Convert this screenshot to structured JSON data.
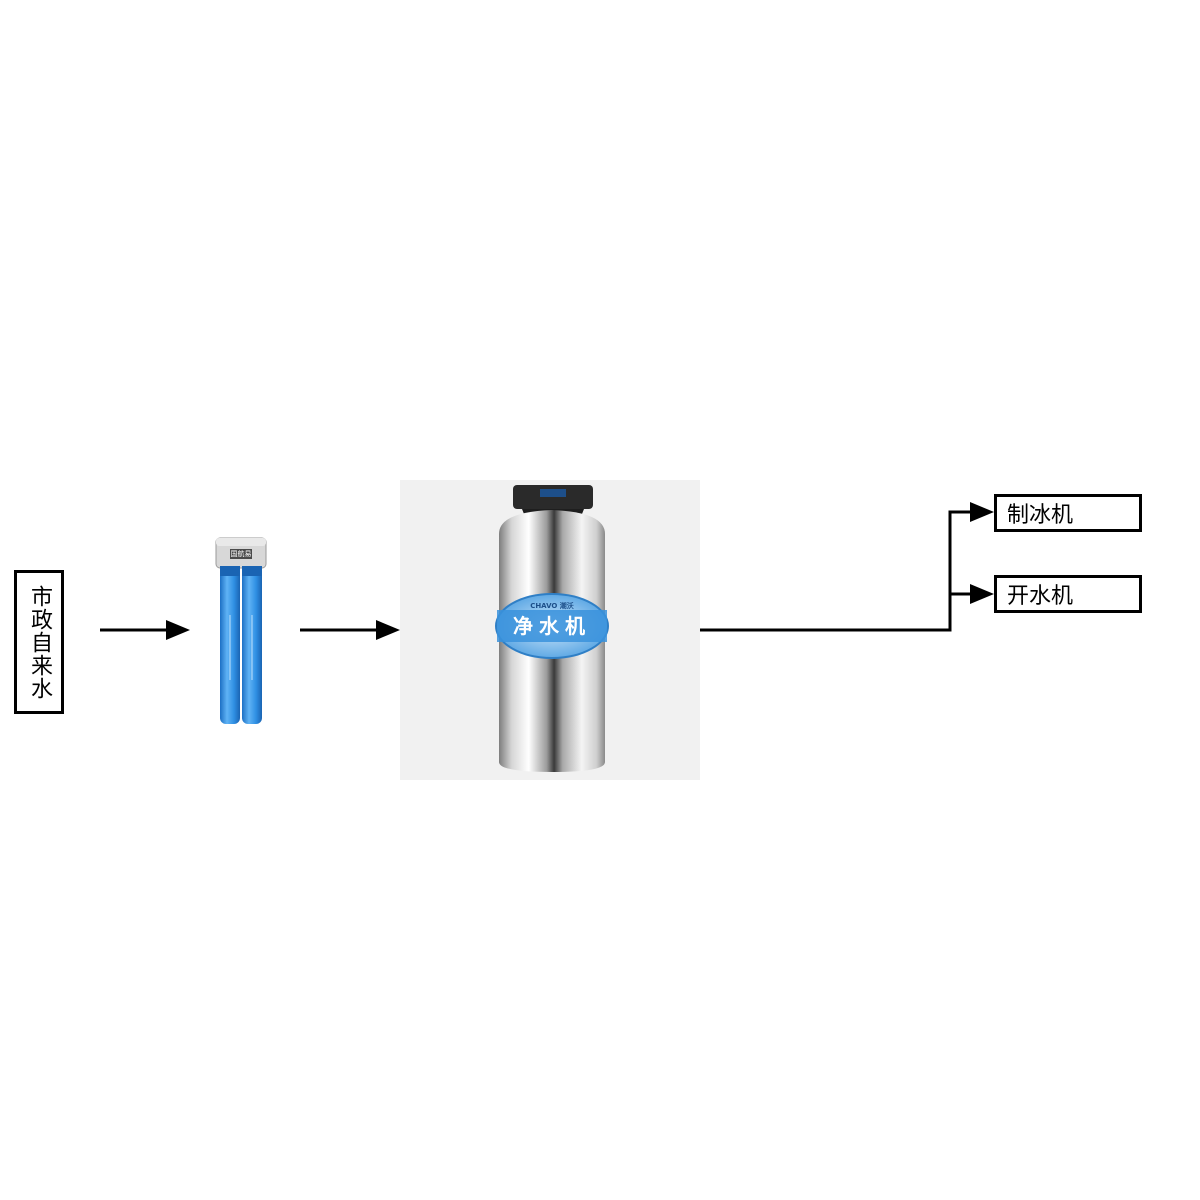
{
  "source": {
    "label": "市政自来水"
  },
  "prefilter": {
    "logo_text": "国航易"
  },
  "purifier": {
    "brand_text": "CHAVO 潮沃",
    "label": "净水机",
    "tag_colors": {
      "steel": "#c9c9c9",
      "band": "#3a92dc",
      "panel": "#f1f1f1"
    }
  },
  "outputs": [
    {
      "label": "制冰机"
    },
    {
      "label": "开水机"
    }
  ],
  "colors": {
    "line": "#000000",
    "pipe_blue": "#2f8fe3",
    "box_border": "#000000"
  }
}
